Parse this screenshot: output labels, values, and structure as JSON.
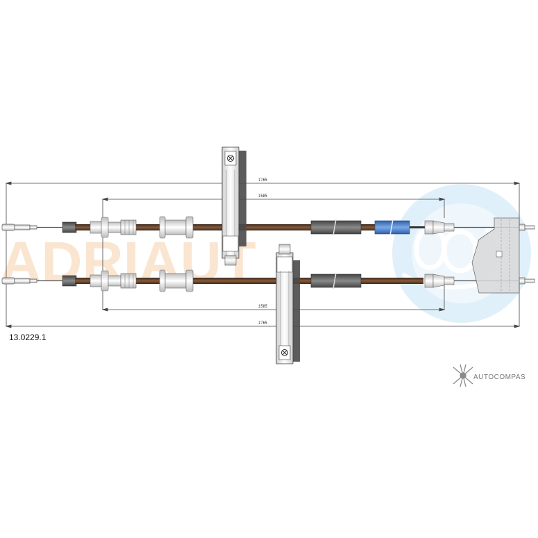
{
  "part_number": "13.0229.1",
  "dimensions": {
    "top_outer": "1765",
    "top_inner": "1585",
    "bottom_inner": "1585",
    "bottom_outer": "1765"
  },
  "watermark": {
    "text": "ADRIAUT",
    "logo": "adriauto-circle-logo"
  },
  "brand": {
    "name": "AUTOCOMPAS",
    "icon": "autocompas-star-icon"
  },
  "colors": {
    "cable_brown": "#7a4a2a",
    "cable_dark": "#3a2a22",
    "sleeve_gray": "#6b6b6b",
    "sleeve_blue": "#4a7fc8",
    "metal_light": "#e8e8e8",
    "watermark_orange": "#f6c79a",
    "watermark_blue": "#cfe8f7"
  }
}
